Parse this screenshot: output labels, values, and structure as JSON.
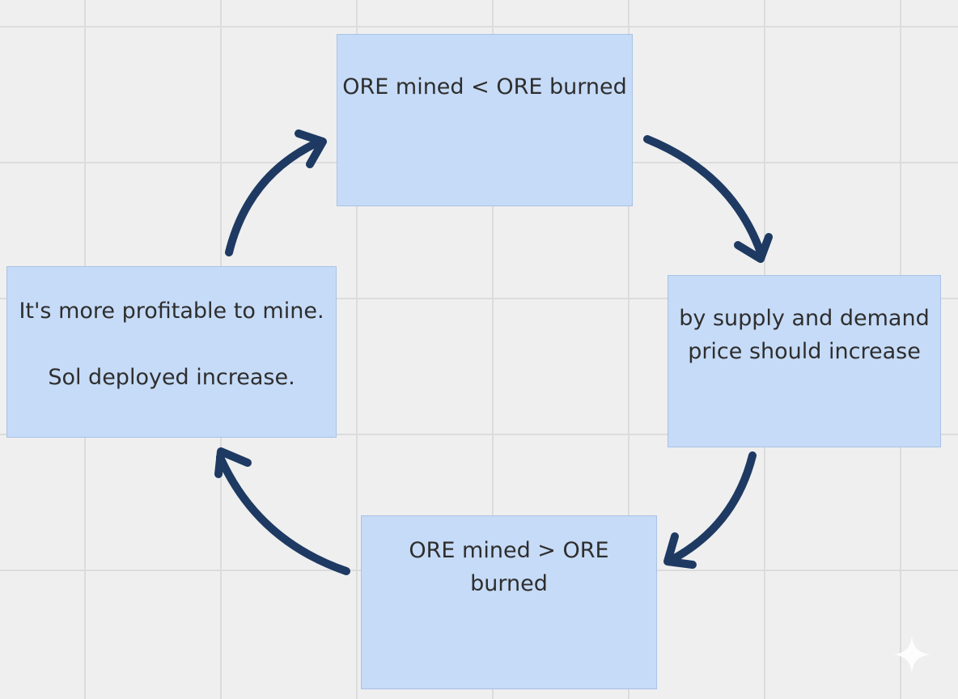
{
  "diagram": {
    "notes": {
      "top": {
        "lines": [
          "ORE mined < ORE burned"
        ]
      },
      "right": {
        "lines": [
          "by supply and demand",
          "price should increase"
        ]
      },
      "bottom": {
        "lines": [
          "ORE mined > ORE",
          "burned"
        ]
      },
      "left": {
        "lines": [
          "It's more profitable to mine.",
          "Sol deployed increase."
        ]
      }
    },
    "colors": {
      "note_fill": "#c6dbf7",
      "note_border": "#a9c2e6",
      "arrow": "#1e3a63",
      "grid_background": "#efefef",
      "grid_lines": "#dcdcdc"
    },
    "icons": {
      "watermark": "sparkle-icon"
    }
  }
}
